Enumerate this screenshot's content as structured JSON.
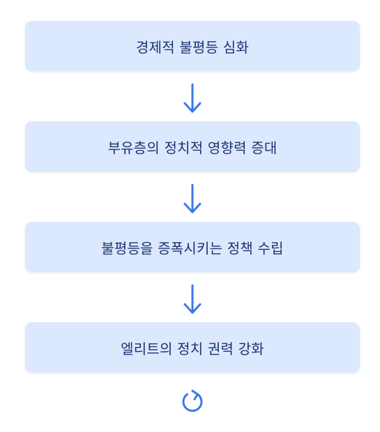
{
  "steps": [
    {
      "label": "경제적 불평등 심화"
    },
    {
      "label": "부유층의 정치적 영향력 증대"
    },
    {
      "label": "불평등을 증폭시키는 정책 수립"
    },
    {
      "label": "엘리트의 정치 권력 강화"
    }
  ],
  "connector_icon": "arrow-down-icon",
  "cycle_icon": "cycle-return-icon",
  "colors": {
    "box_fill": "#dbe8fd",
    "box_text": "#1c3370",
    "arrow": "#3b78e7"
  }
}
